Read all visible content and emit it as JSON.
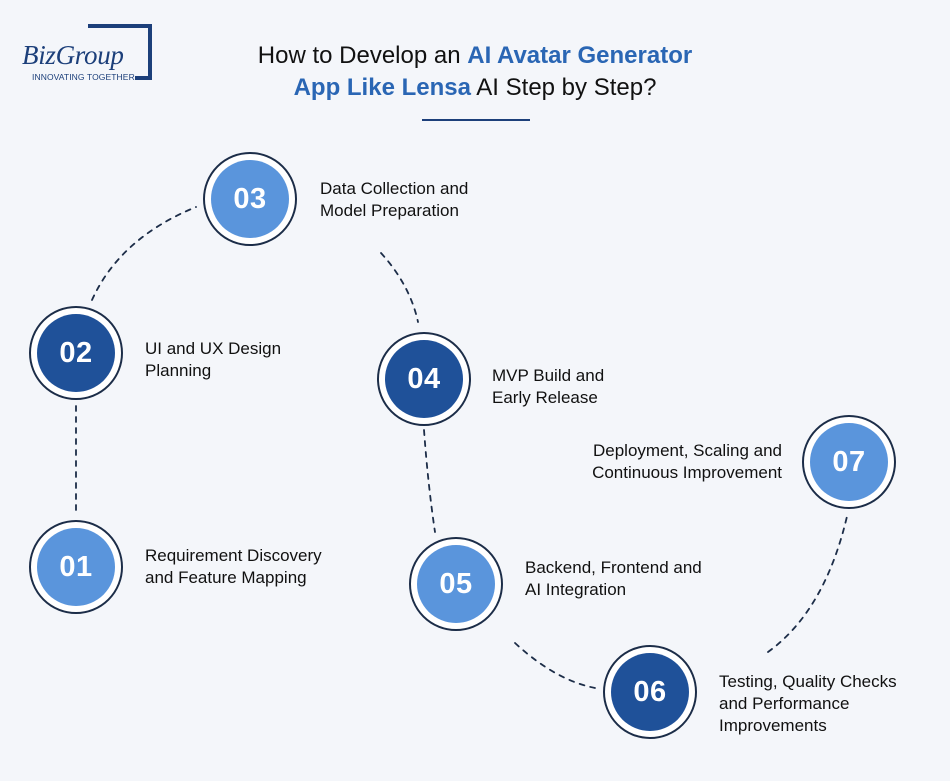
{
  "logo": {
    "name": "BizGroup",
    "tagline": "INNOVATING TOGETHER"
  },
  "title": {
    "part1": "How to Develop an ",
    "part2": "AI Avatar Generator",
    "part3": "App Like Lensa",
    "part4": " AI Step by Step?"
  },
  "colors": {
    "background": "#f4f6fa",
    "brand_dark": "#1c3f7a",
    "step_light": "#5a95dc",
    "step_dark": "#1f5199",
    "connector": "#1c2d48"
  },
  "steps": [
    {
      "number": "01",
      "line1": "Requirement Discovery",
      "line2": "and Feature Mapping",
      "line3": ""
    },
    {
      "number": "02",
      "line1": "UI and UX Design",
      "line2": "Planning",
      "line3": ""
    },
    {
      "number": "03",
      "line1": "Data Collection and",
      "line2": "Model Preparation",
      "line3": ""
    },
    {
      "number": "04",
      "line1": "MVP Build and",
      "line2": "Early Release",
      "line3": ""
    },
    {
      "number": "05",
      "line1": "Backend, Frontend and",
      "line2": "AI Integration",
      "line3": ""
    },
    {
      "number": "06",
      "line1": "Testing, Quality Checks",
      "line2": "and Performance",
      "line3": "Improvements"
    },
    {
      "number": "07",
      "line1": "Deployment, Scaling and",
      "line2": "Continuous Improvement",
      "line3": ""
    }
  ]
}
